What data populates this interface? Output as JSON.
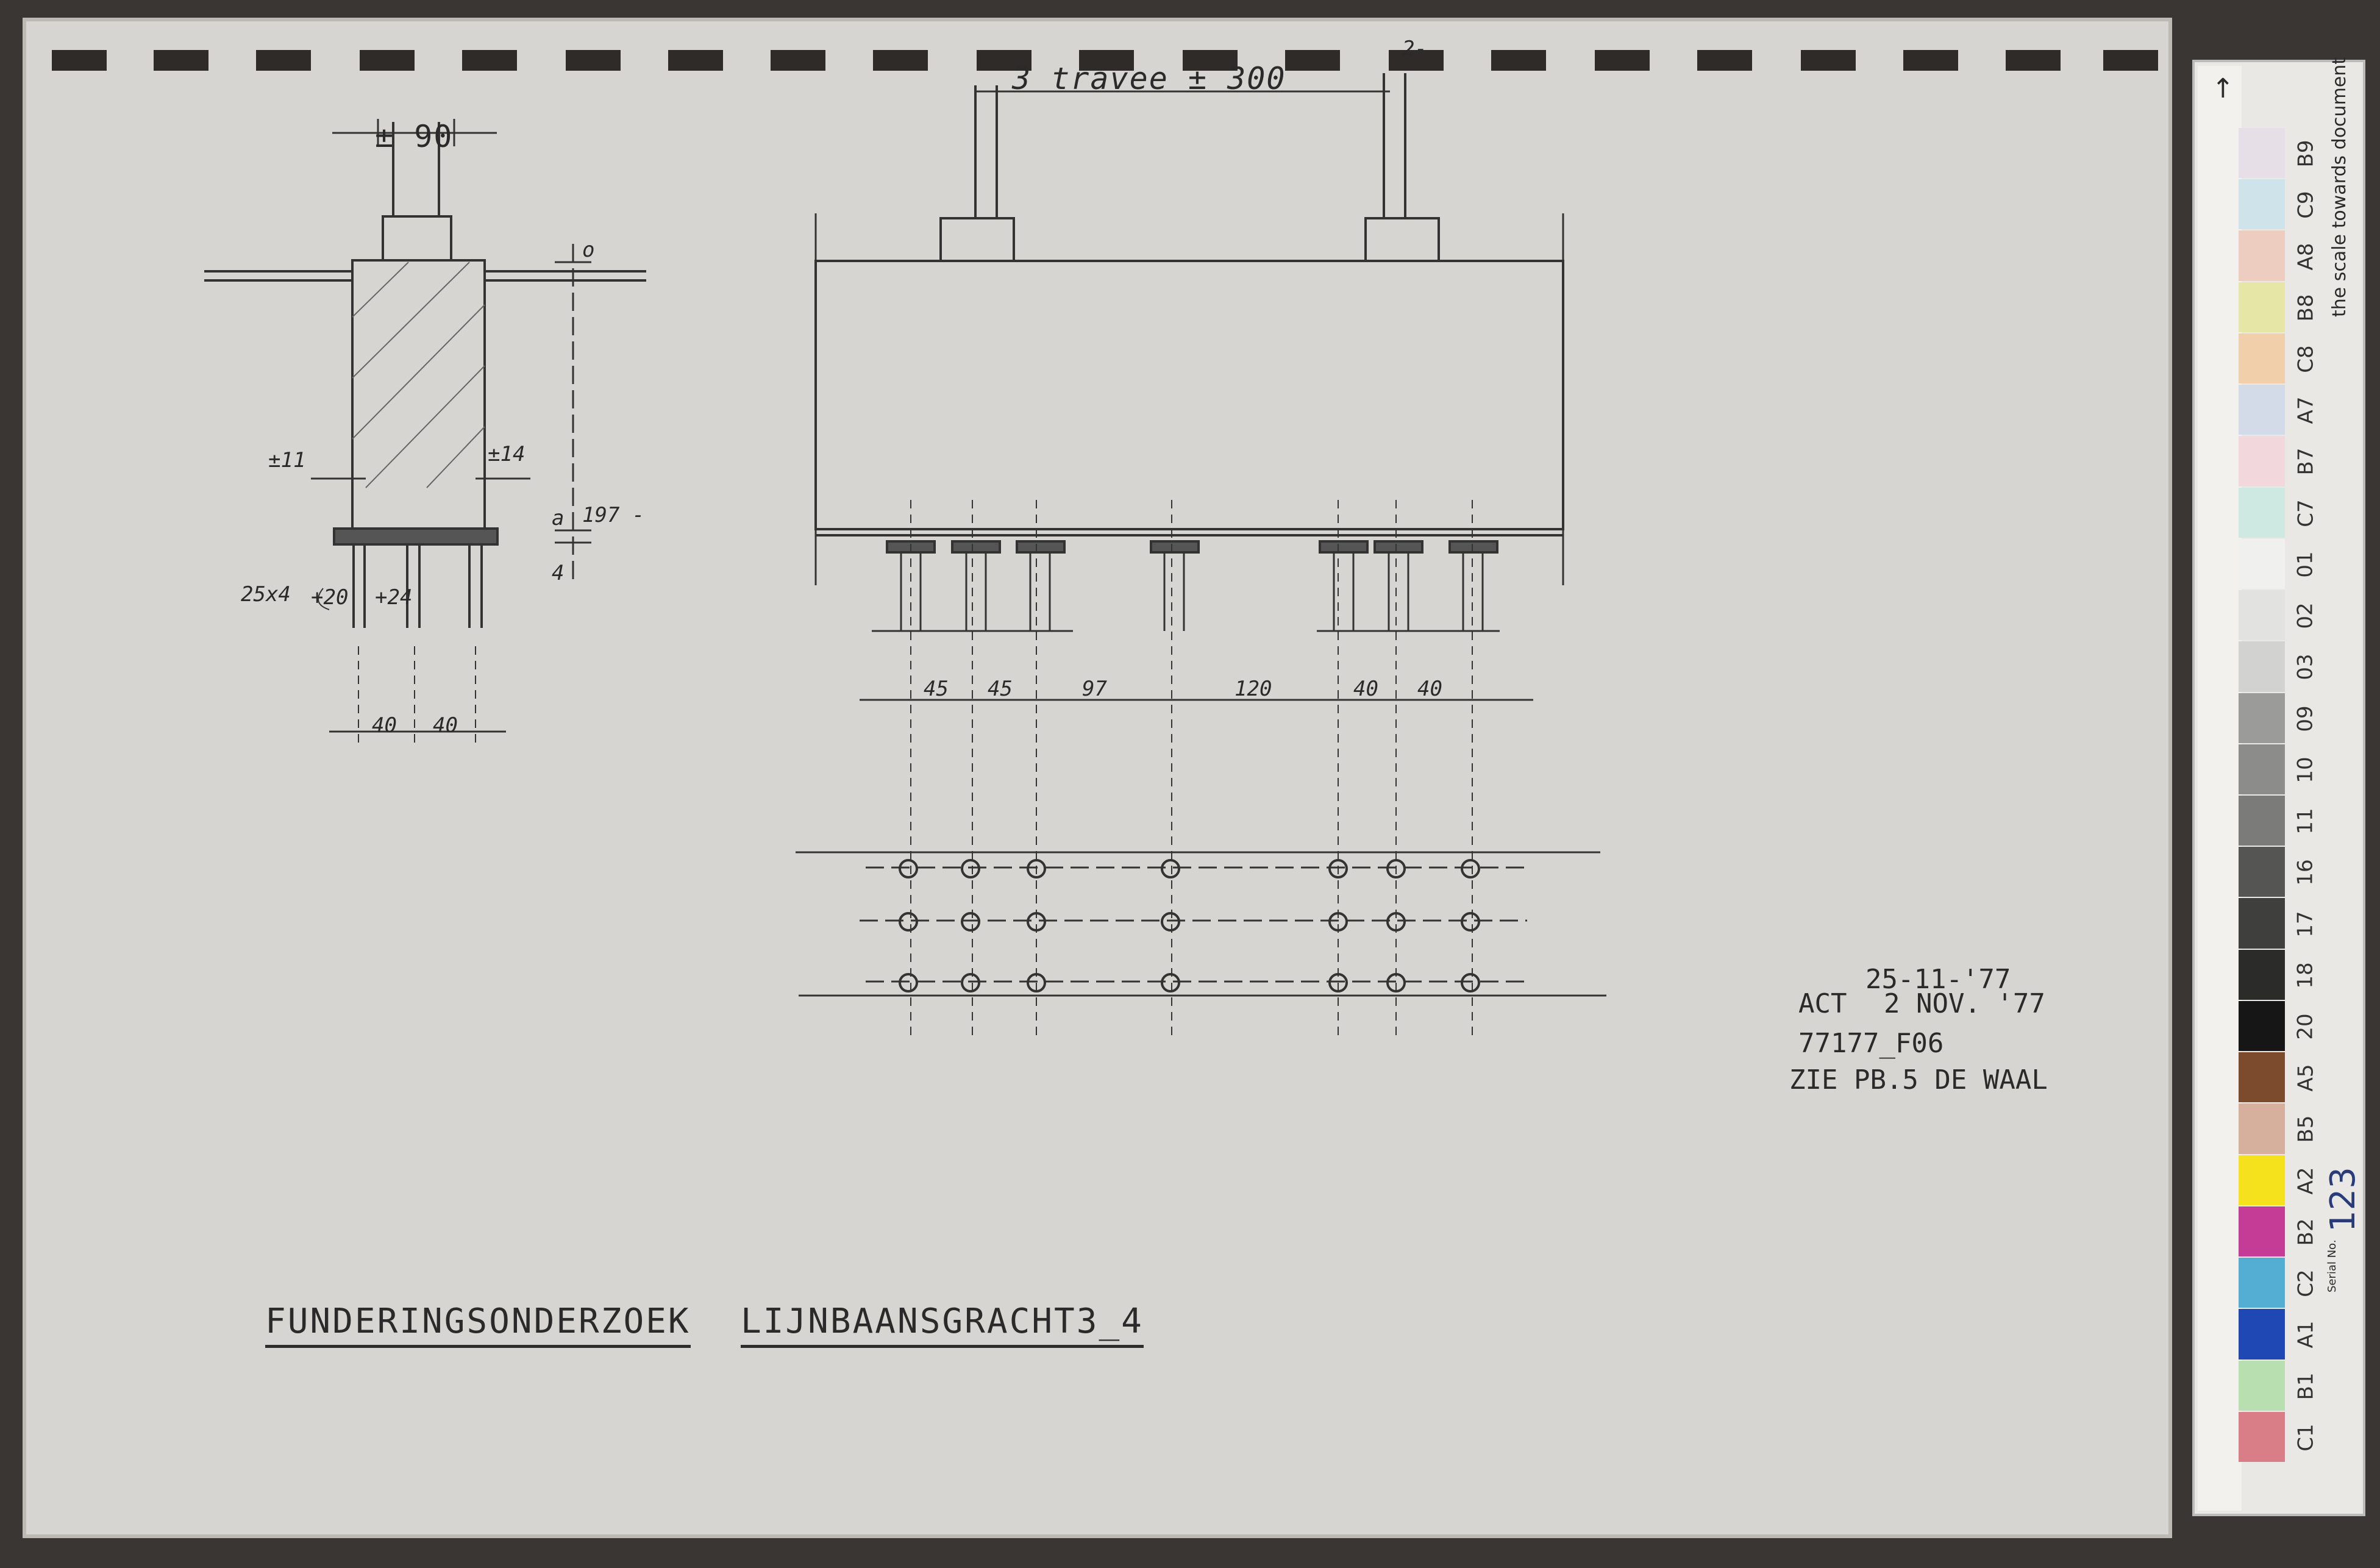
{
  "drawing": {
    "title_left": "FUNDERINGSONDERZOEK",
    "title_right": "LIJNBAANSGRACHT3_4",
    "section": {
      "top_dim": "± 90",
      "level_zero": "o",
      "left_dim": "±11",
      "right_dim": "±14",
      "side_dim": "197 -",
      "side_small_a": "a",
      "side_small_b": "4",
      "pile_note_a": "25x4",
      "pile_note_b": "+20",
      "pile_note_c": "+24",
      "bottom_dim_1": "40",
      "bottom_dim_2": "40"
    },
    "elevation": {
      "top_dim": "3 travee ± 300",
      "corner_mark": "2-",
      "spacings": [
        "45",
        "45",
        "97",
        "120",
        "40",
        "40"
      ]
    },
    "notes": {
      "date_1": "25-11-'77",
      "act_label": "ACT",
      "date_2": "2 NOV. '77",
      "ref": "77177_F06",
      "see": "ZIE PB.5 DE WAAL"
    }
  },
  "scale_strip": {
    "caption": "the scale towards document",
    "serial": "123",
    "serial_label": "Serial No.",
    "patches": [
      {
        "code": "B9",
        "color": "#e6dfe7"
      },
      {
        "code": "C9",
        "color": "#cfe3ea"
      },
      {
        "code": "A8",
        "color": "#eccdbf"
      },
      {
        "code": "B8",
        "color": "#e6e6a6"
      },
      {
        "code": "C8",
        "color": "#f0cfaa"
      },
      {
        "code": "A7",
        "color": "#d3dbe8"
      },
      {
        "code": "B7",
        "color": "#f2d8dc"
      },
      {
        "code": "C7",
        "color": "#cde9e2"
      },
      {
        "code": "01",
        "color": "#f0f0ee"
      },
      {
        "code": "02",
        "color": "#e2e2e0"
      },
      {
        "code": "03",
        "color": "#d2d2d0"
      },
      {
        "code": "09",
        "color": "#9b9b99"
      },
      {
        "code": "10",
        "color": "#8c8c8a"
      },
      {
        "code": "11",
        "color": "#7b7b79"
      },
      {
        "code": "16",
        "color": "#555553"
      },
      {
        "code": "17",
        "color": "#3f3f3d"
      },
      {
        "code": "18",
        "color": "#2b2b29"
      },
      {
        "code": "20",
        "color": "#161616"
      },
      {
        "code": "A5",
        "color": "#7c4a2c"
      },
      {
        "code": "B5",
        "color": "#d6b09c"
      },
      {
        "code": "A2",
        "color": "#f5e21c"
      },
      {
        "code": "B2",
        "color": "#c53c97"
      },
      {
        "code": "C2",
        "color": "#54aed3"
      },
      {
        "code": "A1",
        "color": "#1f48b5"
      },
      {
        "code": "B1",
        "color": "#b8dfb0"
      },
      {
        "code": "C1",
        "color": "#d97e86"
      }
    ]
  }
}
